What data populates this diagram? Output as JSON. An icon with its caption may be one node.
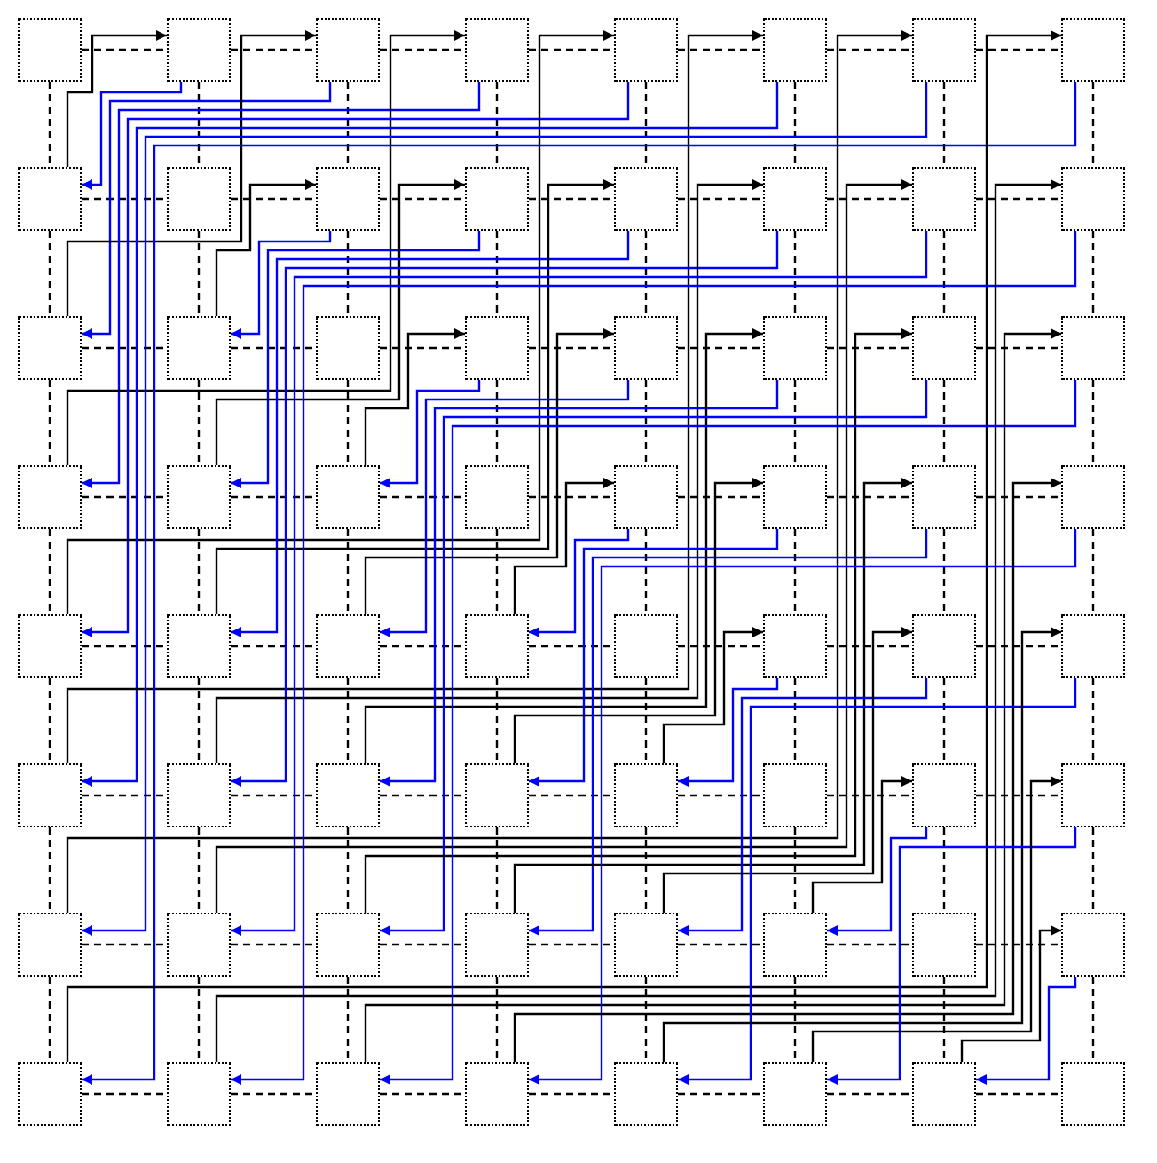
{
  "diagram": {
    "nodes": [
      {
        "text": [],
        "shape": "box"
      },
      {
        "text": [],
        "shape": "box"
      },
      {
        "text": [],
        "shape": "box"
      },
      {
        "text": [],
        "shape": "box"
      },
      {
        "text": [],
        "shape": "box"
      },
      {
        "text": [],
        "shape": "box"
      },
      {
        "text": [],
        "shape": "box"
      },
      {
        "text": [],
        "shape": "box"
      },
      {
        "text": [],
        "shape": "box"
      },
      {
        "text": [],
        "shape": "box"
      },
      {
        "text": [],
        "shape": "box"
      },
      {
        "text": [],
        "shape": "box"
      },
      {
        "text": [],
        "shape": "box"
      },
      {
        "text": [],
        "shape": "box"
      },
      {
        "text": [],
        "shape": "box"
      },
      {
        "text": [],
        "shape": "box"
      },
      {
        "text": [],
        "shape": "box"
      },
      {
        "text": [],
        "shape": "box"
      },
      {
        "text": [],
        "shape": "box"
      },
      {
        "text": [],
        "shape": "box"
      },
      {
        "text": [],
        "shape": "box"
      },
      {
        "text": [],
        "shape": "box"
      },
      {
        "text": [],
        "shape": "box"
      },
      {
        "text": [],
        "shape": "box"
      },
      {
        "text": [],
        "shape": "box"
      },
      {
        "text": [],
        "shape": "box"
      },
      {
        "text": [],
        "shape": "box"
      },
      {
        "text": [],
        "shape": "box"
      },
      {
        "text": [],
        "shape": "box"
      },
      {
        "text": [],
        "shape": "box"
      },
      {
        "text": [],
        "shape": "box"
      },
      {
        "text": [],
        "shape": "box"
      },
      {
        "text": [],
        "shape": "box"
      },
      {
        "text": [],
        "shape": "box"
      },
      {
        "text": [],
        "shape": "box"
      },
      {
        "text": [],
        "shape": "box"
      },
      {
        "text": [],
        "shape": "box"
      },
      {
        "text": [],
        "shape": "box"
      },
      {
        "text": [],
        "shape": "box"
      },
      {
        "text": [],
        "shape": "box"
      },
      {
        "text": [],
        "shape": "box"
      },
      {
        "text": [],
        "shape": "box"
      },
      {
        "text": [],
        "shape": "box"
      },
      {
        "text": [],
        "shape": "box"
      },
      {
        "text": [],
        "shape": "box"
      },
      {
        "text": [],
        "shape": "box"
      },
      {
        "text": [],
        "shape": "box"
      },
      {
        "text": [],
        "shape": "box"
      },
      {
        "text": [],
        "shape": "box"
      },
      {
        "text": [],
        "shape": "box"
      },
      {
        "text": [],
        "shape": "box"
      },
      {
        "text": [],
        "shape": "box"
      },
      {
        "text": [],
        "shape": "box"
      },
      {
        "text": [],
        "shape": "box"
      },
      {
        "text": [],
        "shape": "box"
      },
      {
        "text": [],
        "shape": "box"
      },
      {
        "text": [],
        "shape": "box"
      },
      {
        "text": [],
        "shape": "box"
      },
      {
        "text": [],
        "shape": "box"
      },
      {
        "text": [],
        "shape": "box"
      },
      {
        "text": [],
        "shape": "box"
      },
      {
        "text": [],
        "shape": "box"
      },
      {
        "text": [],
        "shape": "box"
      },
      {
        "text": [],
        "shape": "box"
      }
    ],
    "edges": [
      {
        "from": 0,
        "to": 1,
        "arrow": "none",
        "style": "dashed"
      },
      {
        "from": 1,
        "to": 2,
        "arrow": "none",
        "style": "dashed"
      },
      {
        "from": 2,
        "to": 3,
        "arrow": "none",
        "style": "dashed"
      },
      {
        "from": 3,
        "to": 4,
        "arrow": "none",
        "style": "dashed"
      },
      {
        "from": 4,
        "to": 5,
        "arrow": "none",
        "style": "dashed"
      },
      {
        "from": 5,
        "to": 6,
        "arrow": "none",
        "style": "dashed"
      },
      {
        "from": 6,
        "to": 7,
        "arrow": "none",
        "style": "dashed"
      },
      {
        "from": 8,
        "to": 9,
        "arrow": "none",
        "style": "dashed"
      },
      {
        "from": 9,
        "to": 10,
        "arrow": "none",
        "style": "dashed"
      },
      {
        "from": 10,
        "to": 11,
        "arrow": "none",
        "style": "dashed"
      },
      {
        "from": 11,
        "to": 12,
        "arrow": "none",
        "style": "dashed"
      },
      {
        "from": 12,
        "to": 13,
        "arrow": "none",
        "style": "dashed"
      },
      {
        "from": 13,
        "to": 14,
        "arrow": "none",
        "style": "dashed"
      },
      {
        "from": 14,
        "to": 15,
        "arrow": "none",
        "style": "dashed"
      },
      {
        "from": 16,
        "to": 17,
        "arrow": "none",
        "style": "dashed"
      },
      {
        "from": 17,
        "to": 18,
        "arrow": "none",
        "style": "dashed"
      },
      {
        "from": 18,
        "to": 19,
        "arrow": "none",
        "style": "dashed"
      },
      {
        "from": 19,
        "to": 20,
        "arrow": "none",
        "style": "dashed"
      },
      {
        "from": 20,
        "to": 21,
        "arrow": "none",
        "style": "dashed"
      },
      {
        "from": 21,
        "to": 22,
        "arrow": "none",
        "style": "dashed"
      },
      {
        "from": 22,
        "to": 23,
        "arrow": "none",
        "style": "dashed"
      },
      {
        "from": 24,
        "to": 25,
        "arrow": "none",
        "style": "dashed"
      },
      {
        "from": 25,
        "to": 26,
        "arrow": "none",
        "style": "dashed"
      },
      {
        "from": 26,
        "to": 27,
        "arrow": "none",
        "style": "dashed"
      },
      {
        "from": 27,
        "to": 28,
        "arrow": "none",
        "style": "dashed"
      },
      {
        "from": 28,
        "to": 29,
        "arrow": "none",
        "style": "dashed"
      },
      {
        "from": 29,
        "to": 30,
        "arrow": "none",
        "style": "dashed"
      },
      {
        "from": 30,
        "to": 31,
        "arrow": "none",
        "style": "dashed"
      },
      {
        "from": 32,
        "to": 33,
        "arrow": "none",
        "style": "dashed"
      },
      {
        "from": 33,
        "to": 34,
        "arrow": "none",
        "style": "dashed"
      },
      {
        "from": 34,
        "to": 35,
        "arrow": "none",
        "style": "dashed"
      },
      {
        "from": 35,
        "to": 36,
        "arrow": "none",
        "style": "dashed"
      },
      {
        "from": 36,
        "to": 37,
        "arrow": "none",
        "style": "dashed"
      },
      {
        "from": 37,
        "to": 38,
        "arrow": "none",
        "style": "dashed"
      },
      {
        "from": 38,
        "to": 39,
        "arrow": "none",
        "style": "dashed"
      },
      {
        "from": 40,
        "to": 41,
        "arrow": "none",
        "style": "dashed"
      },
      {
        "from": 41,
        "to": 42,
        "arrow": "none",
        "style": "dashed"
      },
      {
        "from": 42,
        "to": 43,
        "arrow": "none",
        "style": "dashed"
      },
      {
        "from": 43,
        "to": 44,
        "arrow": "none",
        "style": "dashed"
      },
      {
        "from": 44,
        "to": 45,
        "arrow": "none",
        "style": "dashed"
      },
      {
        "from": 45,
        "to": 46,
        "arrow": "none",
        "style": "dashed"
      },
      {
        "from": 46,
        "to": 47,
        "arrow": "none",
        "style": "dashed"
      },
      {
        "from": 48,
        "to": 49,
        "arrow": "none",
        "style": "dashed"
      },
      {
        "from": 49,
        "to": 50,
        "arrow": "none",
        "style": "dashed"
      },
      {
        "from": 50,
        "to": 51,
        "arrow": "none",
        "style": "dashed"
      },
      {
        "from": 51,
        "to": 52,
        "arrow": "none",
        "style": "dashed"
      },
      {
        "from": 52,
        "to": 53,
        "arrow": "none",
        "style": "dashed"
      },
      {
        "from": 53,
        "to": 54,
        "arrow": "none",
        "style": "dashed"
      },
      {
        "from": 54,
        "to": 55,
        "arrow": "none",
        "style": "dashed"
      },
      {
        "from": 56,
        "to": 57,
        "arrow": "none",
        "style": "dashed"
      },
      {
        "from": 57,
        "to": 58,
        "arrow": "none",
        "style": "dashed"
      },
      {
        "from": 58,
        "to": 59,
        "arrow": "none",
        "style": "dashed"
      },
      {
        "from": 59,
        "to": 60,
        "arrow": "none",
        "style": "dashed"
      },
      {
        "from": 60,
        "to": 61,
        "arrow": "none",
        "style": "dashed"
      },
      {
        "from": 61,
        "to": 62,
        "arrow": "none",
        "style": "dashed"
      },
      {
        "from": 62,
        "to": 63,
        "arrow": "none",
        "style": "dashed"
      },
      {
        "from": 0,
        "to": 8,
        "arrow": "none",
        "style": "dashed"
      },
      {
        "from": 1,
        "to": 9,
        "arrow": "none",
        "style": "dashed"
      },
      {
        "from": 2,
        "to": 10,
        "arrow": "none",
        "style": "dashed"
      },
      {
        "from": 3,
        "to": 11,
        "arrow": "none",
        "style": "dashed"
      },
      {
        "from": 4,
        "to": 12,
        "arrow": "none",
        "style": "dashed"
      },
      {
        "from": 5,
        "to": 13,
        "arrow": "none",
        "style": "dashed"
      },
      {
        "from": 6,
        "to": 14,
        "arrow": "none",
        "style": "dashed"
      },
      {
        "from": 7,
        "to": 15,
        "arrow": "none",
        "style": "dashed"
      },
      {
        "from": 8,
        "to": 16,
        "arrow": "none",
        "style": "dashed"
      },
      {
        "from": 9,
        "to": 17,
        "arrow": "none",
        "style": "dashed"
      },
      {
        "from": 10,
        "to": 18,
        "arrow": "none",
        "style": "dashed"
      },
      {
        "from": 11,
        "to": 19,
        "arrow": "none",
        "style": "dashed"
      },
      {
        "from": 12,
        "to": 20,
        "arrow": "none",
        "style": "dashed"
      },
      {
        "from": 13,
        "to": 21,
        "arrow": "none",
        "style": "dashed"
      },
      {
        "from": 14,
        "to": 22,
        "arrow": "none",
        "style": "dashed"
      },
      {
        "from": 15,
        "to": 23,
        "arrow": "none",
        "style": "dashed"
      },
      {
        "from": 16,
        "to": 24,
        "arrow": "none",
        "style": "dashed"
      },
      {
        "from": 17,
        "to": 25,
        "arrow": "none",
        "style": "dashed"
      },
      {
        "from": 18,
        "to": 26,
        "arrow": "none",
        "style": "dashed"
      },
      {
        "from": 19,
        "to": 27,
        "arrow": "none",
        "style": "dashed"
      },
      {
        "from": 20,
        "to": 28,
        "arrow": "none",
        "style": "dashed"
      },
      {
        "from": 21,
        "to": 29,
        "arrow": "none",
        "style": "dashed"
      },
      {
        "from": 22,
        "to": 30,
        "arrow": "none",
        "style": "dashed"
      },
      {
        "from": 23,
        "to": 31,
        "arrow": "none",
        "style": "dashed"
      },
      {
        "from": 24,
        "to": 32,
        "arrow": "none",
        "style": "dashed"
      },
      {
        "from": 25,
        "to": 33,
        "arrow": "none",
        "style": "dashed"
      },
      {
        "from": 26,
        "to": 34,
        "arrow": "none",
        "style": "dashed"
      },
      {
        "from": 27,
        "to": 35,
        "arrow": "none",
        "style": "dashed"
      },
      {
        "from": 28,
        "to": 36,
        "arrow": "none",
        "style": "dashed"
      },
      {
        "from": 29,
        "to": 37,
        "arrow": "none",
        "style": "dashed"
      },
      {
        "from": 30,
        "to": 38,
        "arrow": "none",
        "style": "dashed"
      },
      {
        "from": 31,
        "to": 39,
        "arrow": "none",
        "style": "dashed"
      },
      {
        "from": 32,
        "to": 40,
        "arrow": "none",
        "style": "dashed"
      },
      {
        "from": 33,
        "to": 41,
        "arrow": "none",
        "style": "dashed"
      },
      {
        "from": 34,
        "to": 42,
        "arrow": "none",
        "style": "dashed"
      },
      {
        "from": 35,
        "to": 43,
        "arrow": "none",
        "style": "dashed"
      },
      {
        "from": 36,
        "to": 44,
        "arrow": "none",
        "style": "dashed"
      },
      {
        "from": 37,
        "to": 45,
        "arrow": "none",
        "style": "dashed"
      },
      {
        "from": 38,
        "to": 46,
        "arrow": "none",
        "style": "dashed"
      },
      {
        "from": 39,
        "to": 47,
        "arrow": "none",
        "style": "dashed"
      },
      {
        "from": 40,
        "to": 48,
        "arrow": "none",
        "style": "dashed"
      },
      {
        "from": 41,
        "to": 49,
        "arrow": "none",
        "style": "dashed"
      },
      {
        "from": 42,
        "to": 50,
        "arrow": "none",
        "style": "dashed"
      },
      {
        "from": 43,
        "to": 51,
        "arrow": "none",
        "style": "dashed"
      },
      {
        "from": 44,
        "to": 52,
        "arrow": "none",
        "style": "dashed"
      },
      {
        "from": 45,
        "to": 53,
        "arrow": "none",
        "style": "dashed"
      },
      {
        "from": 46,
        "to": 54,
        "arrow": "none",
        "style": "dashed"
      },
      {
        "from": 47,
        "to": 55,
        "arrow": "none",
        "style": "dashed"
      },
      {
        "from": 48,
        "to": 56,
        "arrow": "none",
        "style": "dashed"
      },
      {
        "from": 49,
        "to": 57,
        "arrow": "none",
        "style": "dashed"
      },
      {
        "from": 50,
        "to": 58,
        "arrow": "none",
        "style": "dashed"
      },
      {
        "from": 51,
        "to": 59,
        "arrow": "none",
        "style": "dashed"
      },
      {
        "from": 52,
        "to": 60,
        "arrow": "none",
        "style": "dashed"
      },
      {
        "from": 53,
        "to": 61,
        "arrow": "none",
        "style": "dashed"
      },
      {
        "from": 54,
        "to": 62,
        "arrow": "none",
        "style": "dashed"
      },
      {
        "from": 55,
        "to": 63,
        "arrow": "none",
        "style": "dashed"
      },
      {
        "from": 1,
        "to": 8,
        "arrow": "to",
        "color": "#0000ff"
      },
      {
        "from": 8,
        "to": 1,
        "arrow": "to"
      },
      {
        "from": 2,
        "to": 16,
        "arrow": "to",
        "color": "#0000ff"
      },
      {
        "from": 16,
        "to": 2,
        "arrow": "to"
      },
      {
        "from": 3,
        "to": 24,
        "arrow": "to",
        "color": "#0000ff"
      },
      {
        "from": 24,
        "to": 3,
        "arrow": "to"
      },
      {
        "from": 4,
        "to": 32,
        "arrow": "to",
        "color": "#0000ff"
      },
      {
        "from": 32,
        "to": 4,
        "arrow": "to"
      },
      {
        "from": 5,
        "to": 40,
        "arrow": "to",
        "color": "#0000ff"
      },
      {
        "from": 40,
        "to": 5,
        "arrow": "to"
      },
      {
        "from": 6,
        "to": 48,
        "arrow": "to",
        "color": "#0000ff"
      },
      {
        "from": 48,
        "to": 6,
        "arrow": "to"
      },
      {
        "from": 7,
        "to": 56,
        "arrow": "to",
        "color": "#0000ff"
      },
      {
        "from": 56,
        "to": 7,
        "arrow": "to"
      },
      {
        "from": 10,
        "to": 17,
        "arrow": "to",
        "color": "#0000ff"
      },
      {
        "from": 17,
        "to": 10,
        "arrow": "to"
      },
      {
        "from": 11,
        "to": 25,
        "arrow": "to",
        "color": "#0000ff"
      },
      {
        "from": 25,
        "to": 11,
        "arrow": "to"
      },
      {
        "from": 12,
        "to": 33,
        "arrow": "to",
        "color": "#0000ff"
      },
      {
        "from": 33,
        "to": 12,
        "arrow": "to"
      },
      {
        "from": 13,
        "to": 41,
        "arrow": "to",
        "color": "#0000ff"
      },
      {
        "from": 41,
        "to": 13,
        "arrow": "to"
      },
      {
        "from": 14,
        "to": 49,
        "arrow": "to",
        "color": "#0000ff"
      },
      {
        "from": 49,
        "to": 14,
        "arrow": "to"
      },
      {
        "from": 15,
        "to": 57,
        "arrow": "to",
        "color": "#0000ff"
      },
      {
        "from": 57,
        "to": 15,
        "arrow": "to"
      },
      {
        "from": 19,
        "to": 26,
        "arrow": "to",
        "color": "#0000ff"
      },
      {
        "from": 26,
        "to": 19,
        "arrow": "to"
      },
      {
        "from": 20,
        "to": 34,
        "arrow": "to",
        "color": "#0000ff"
      },
      {
        "from": 34,
        "to": 20,
        "arrow": "to"
      },
      {
        "from": 21,
        "to": 42,
        "arrow": "to",
        "color": "#0000ff"
      },
      {
        "from": 42,
        "to": 21,
        "arrow": "to"
      },
      {
        "from": 22,
        "to": 50,
        "arrow": "to",
        "color": "#0000ff"
      },
      {
        "from": 50,
        "to": 22,
        "arrow": "to"
      },
      {
        "from": 23,
        "to": 58,
        "arrow": "to",
        "color": "#0000ff"
      },
      {
        "from": 58,
        "to": 23,
        "arrow": "to"
      },
      {
        "from": 28,
        "to": 35,
        "arrow": "to",
        "color": "#0000ff"
      },
      {
        "from": 35,
        "to": 28,
        "arrow": "to"
      },
      {
        "from": 29,
        "to": 43,
        "arrow": "to",
        "color": "#0000ff"
      },
      {
        "from": 43,
        "to": 29,
        "arrow": "to"
      },
      {
        "from": 30,
        "to": 51,
        "arrow": "to",
        "color": "#0000ff"
      },
      {
        "from": 51,
        "to": 30,
        "arrow": "to"
      },
      {
        "from": 31,
        "to": 59,
        "arrow": "to",
        "color": "#0000ff"
      },
      {
        "from": 59,
        "to": 31,
        "arrow": "to"
      },
      {
        "from": 37,
        "to": 44,
        "arrow": "to",
        "color": "#0000ff"
      },
      {
        "from": 44,
        "to": 37,
        "arrow": "to"
      },
      {
        "from": 38,
        "to": 52,
        "arrow": "to",
        "color": "#0000ff"
      },
      {
        "from": 52,
        "to": 38,
        "arrow": "to"
      },
      {
        "from": 39,
        "to": 60,
        "arrow": "to",
        "color": "#0000ff"
      },
      {
        "from": 60,
        "to": 39,
        "arrow": "to"
      },
      {
        "from": 46,
        "to": 53,
        "arrow": "to",
        "color": "#0000ff"
      },
      {
        "from": 53,
        "to": 46,
        "arrow": "to"
      },
      {
        "from": 47,
        "to": 61,
        "arrow": "to",
        "color": "#0000ff"
      },
      {
        "from": 61,
        "to": 47,
        "arrow": "to"
      },
      {
        "from": 55,
        "to": 62,
        "arrow": "to",
        "color": "#0000ff"
      },
      {
        "from": 62,
        "to": 55,
        "arrow": "to"
      }
    ]
  }
}
